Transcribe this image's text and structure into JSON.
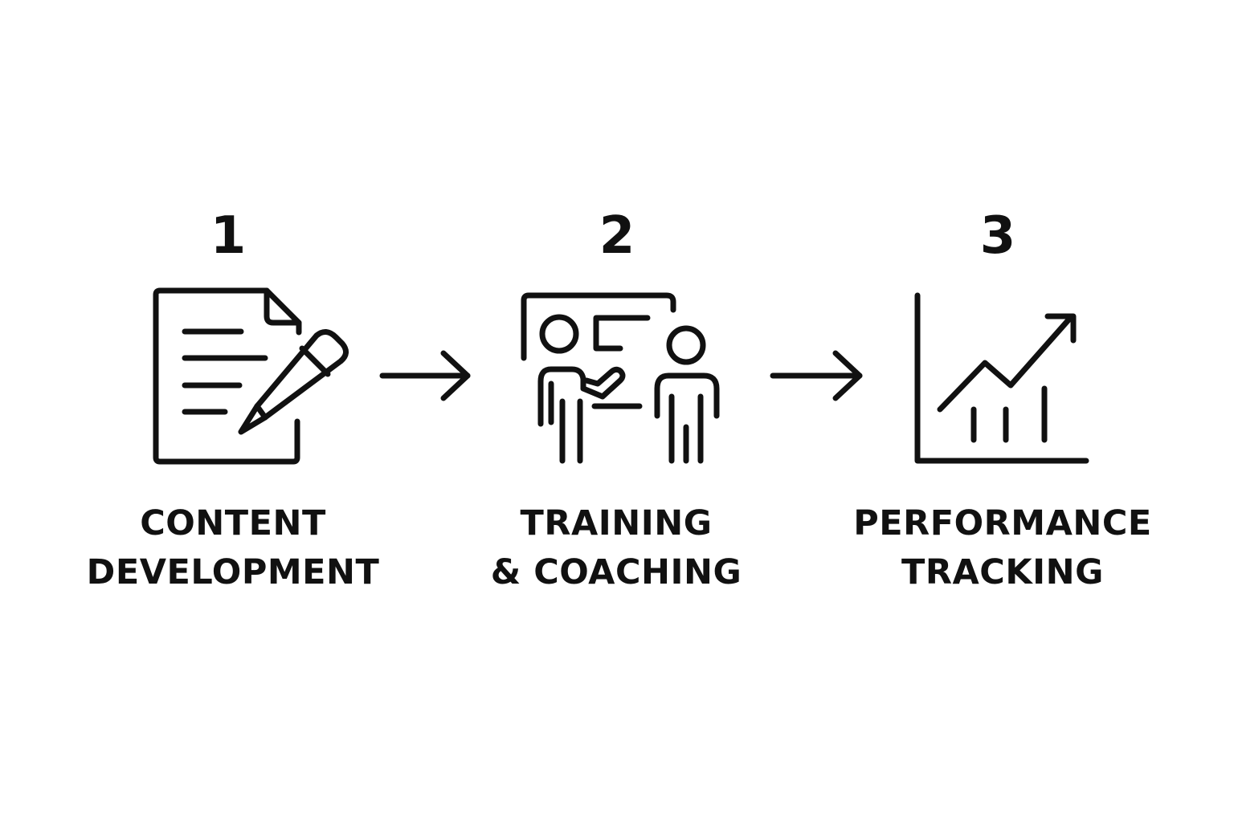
{
  "steps": [
    {
      "number": "1",
      "label_line1": "CONTENT",
      "label_line2": "DEVELOPMENT",
      "icon": "document-pencil-icon"
    },
    {
      "number": "2",
      "label_line1": "TRAINING",
      "label_line2": "& COACHING",
      "icon": "presentation-trainer-icon"
    },
    {
      "number": "3",
      "label_line1": "PERFORMANCE",
      "label_line2": "TRACKING",
      "icon": "growth-chart-icon"
    }
  ],
  "connectors": [
    "arrow-right-icon",
    "arrow-right-icon"
  ],
  "colors": {
    "foreground": "#111111",
    "background": "#ffffff"
  }
}
